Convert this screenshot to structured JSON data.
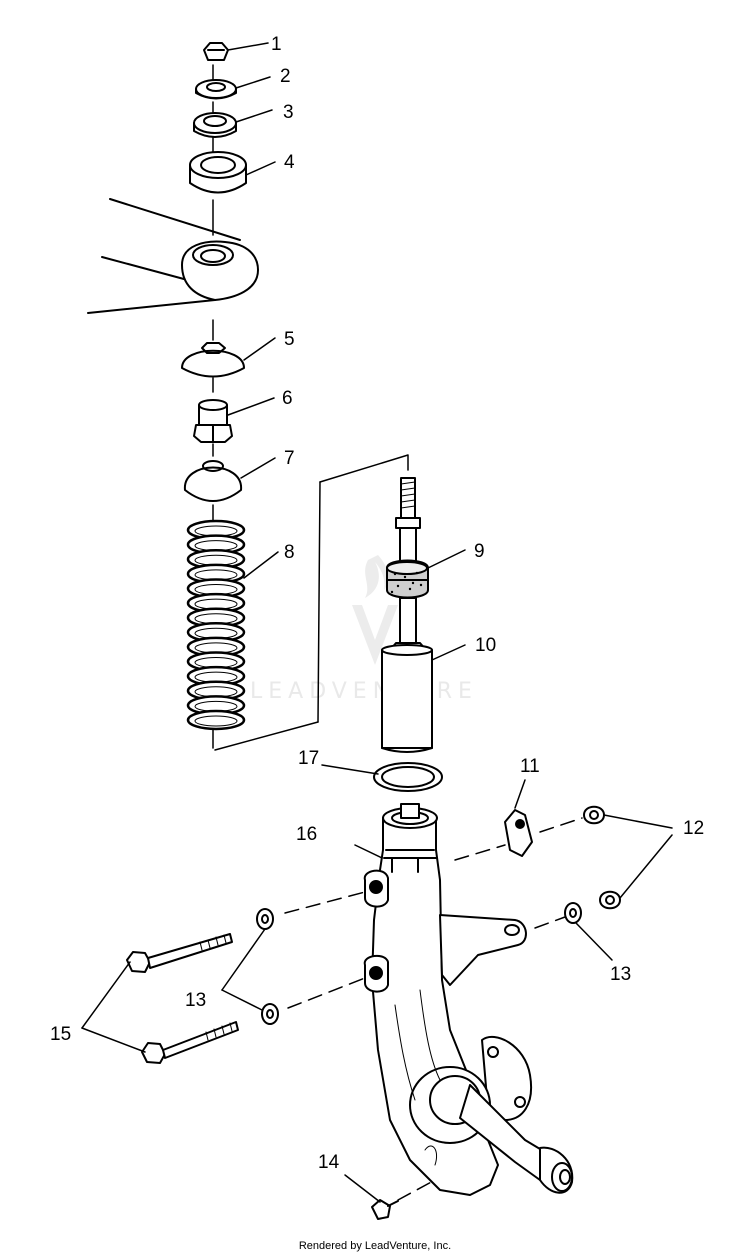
{
  "callouts": {
    "c1": "1",
    "c2": "2",
    "c3": "3",
    "c4": "4",
    "c5": "5",
    "c6": "6",
    "c7": "7",
    "c8": "8",
    "c9": "9",
    "c10": "10",
    "c11": "11",
    "c12": "12",
    "c13a": "13",
    "c13b": "13",
    "c14": "14",
    "c15": "15",
    "c16": "16",
    "c17": "17"
  },
  "watermark": "LEADVENTURE",
  "footer": "Rendered by LeadVenture, Inc."
}
